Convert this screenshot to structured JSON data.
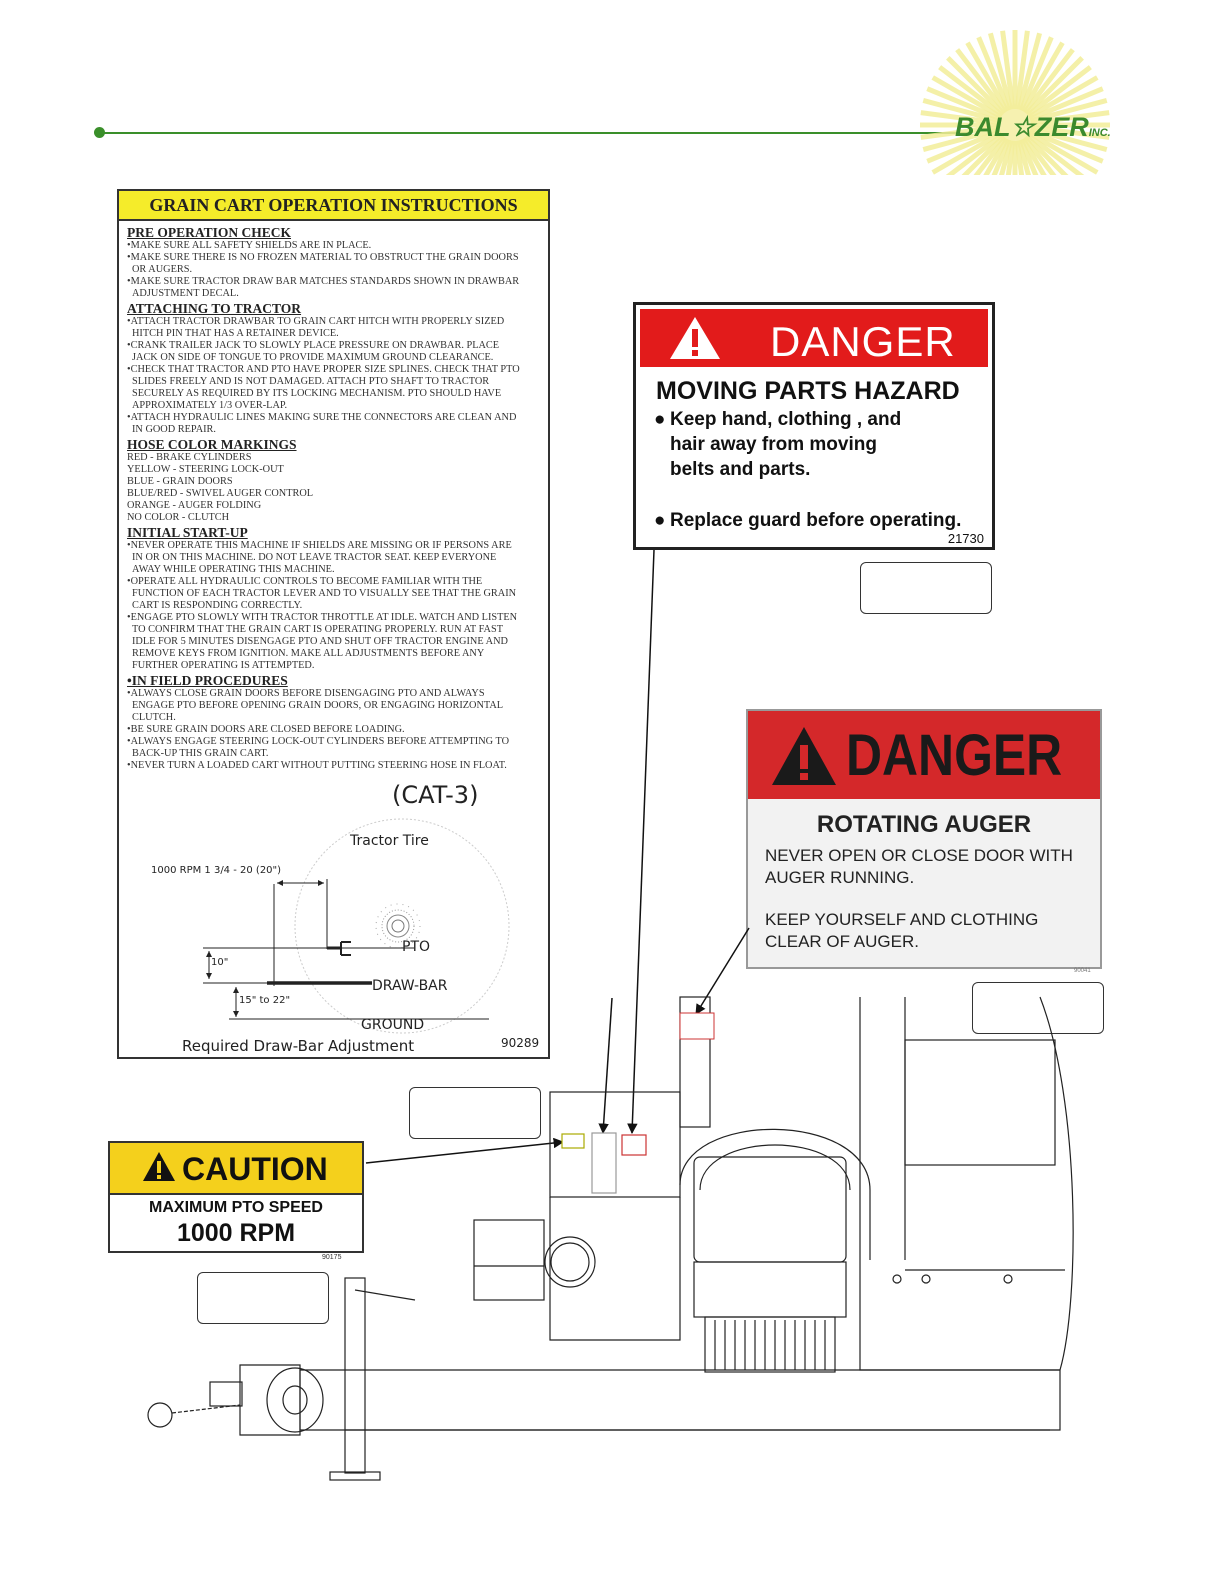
{
  "header": {
    "logo_main": "BAL☆ZER",
    "logo_suffix": "INC."
  },
  "instructions": {
    "title": "GRAIN CART OPERATION INSTRUCTIONS",
    "sections": [
      {
        "heading": "PRE OPERATION CHECK",
        "lines": [
          "•MAKE SURE ALL SAFETY SHIELDS ARE IN PLACE.",
          "•MAKE SURE THERE IS NO FROZEN MATERIAL TO OBSTRUCT THE GRAIN DOORS",
          " OR AUGERS.",
          "•MAKE SURE TRACTOR DRAW BAR MATCHES STANDARDS SHOWN IN DRAWBAR",
          " ADJUSTMENT DECAL."
        ]
      },
      {
        "heading": "ATTACHING TO TRACTOR",
        "lines": [
          "•ATTACH TRACTOR DRAWBAR TO GRAIN CART HITCH WITH PROPERLY SIZED",
          " HITCH PIN THAT HAS A RETAINER DEVICE.",
          "•CRANK TRAILER JACK TO SLOWLY PLACE PRESSURE ON DRAWBAR. PLACE",
          " JACK ON SIDE OF TONGUE TO PROVIDE MAXIMUM GROUND CLEARANCE.",
          "•CHECK THAT TRACTOR AND PTO HAVE PROPER SIZE SPLINES. CHECK THAT PTO",
          " SLIDES FREELY AND IS NOT DAMAGED. ATTACH PTO SHAFT TO TRACTOR",
          " SECURELY AS REQUIRED BY ITS LOCKING MECHANISM. PTO SHOULD HAVE",
          " APPROXIMATELY 1/3 OVER-LAP.",
          "•ATTACH HYDRAULIC LINES MAKING SURE THE CONNECTORS ARE CLEAN AND",
          " IN GOOD REPAIR."
        ]
      },
      {
        "heading": "HOSE COLOR MARKINGS",
        "lines": [
          "RED - BRAKE CYLINDERS",
          "YELLOW - STEERING LOCK-OUT",
          "BLUE - GRAIN DOORS",
          "BLUE/RED - SWIVEL AUGER CONTROL",
          "ORANGE - AUGER FOLDING",
          "NO COLOR - CLUTCH"
        ]
      },
      {
        "heading": "INITIAL START-UP",
        "lines": [
          "•NEVER OPERATE THIS MACHINE IF SHIELDS ARE MISSING OR IF PERSONS ARE",
          " IN OR ON THIS MACHINE. DO NOT LEAVE TRACTOR SEAT. KEEP EVERYONE",
          " AWAY WHILE OPERATING THIS MACHINE.",
          "•OPERATE ALL HYDRAULIC CONTROLS TO BECOME FAMILIAR WITH THE",
          " FUNCTION OF EACH TRACTOR LEVER AND TO VISUALLY SEE THAT THE GRAIN",
          " CART IS RESPONDING CORRECTLY.",
          "•ENGAGE PTO SLOWLY WITH TRACTOR THROTTLE AT IDLE. WATCH AND LISTEN",
          " TO CONFIRM THAT THE GRAIN CART IS OPERATING PROPERLY. RUN AT FAST",
          " IDLE FOR 5 MINUTES DISENGAGE PTO AND SHUT OFF TRACTOR ENGINE AND",
          " REMOVE KEYS FROM IGNITION. MAKE ALL ADJUSTMENTS BEFORE ANY",
          " FURTHER OPERATING IS ATTEMPTED."
        ]
      },
      {
        "heading": "•IN FIELD PROCEDURES",
        "lines": [
          "•ALWAYS CLOSE GRAIN DOORS BEFORE DISENGAGING PTO AND ALWAYS",
          " ENGAGE PTO BEFORE OPENING GRAIN DOORS, OR ENGAGING HORIZONTAL",
          " CLUTCH.",
          "•BE SURE GRAIN DOORS ARE CLOSED BEFORE LOADING.",
          "•ALWAYS ENGAGE STEERING LOCK-OUT CYLINDERS BEFORE ATTEMPTING TO",
          " BACK-UP THIS GRAIN CART.",
          "•NEVER TURN A LOADED CART WITHOUT PUTTING STEERING HOSE IN FLOAT."
        ]
      }
    ],
    "cat_label": "(CAT-3)",
    "diagram": {
      "tractor_tire": "Tractor Tire",
      "rpm_spec": "1000 RPM 1 3/4 - 20 (20\")",
      "pto": "PTO",
      "dim_10": "10\"",
      "drawbar": "DRAW-BAR",
      "dim_15_22": "15\" to 22\"",
      "ground": "GROUND",
      "caption": "Required Draw-Bar Adjustment",
      "part_no": "90289"
    }
  },
  "danger_moving": {
    "signal": "DANGER",
    "heading": "MOVING PARTS HAZARD",
    "bullet1_l1": "Keep hand, clothing , and",
    "bullet1_l2": "hair away from moving",
    "bullet1_l3": "belts and parts.",
    "bullet2": "Replace guard before operating.",
    "part_no": "21730"
  },
  "danger_auger": {
    "signal": "DANGER",
    "heading": "ROTATING AUGER",
    "l1": "NEVER OPEN OR CLOSE DOOR WITH",
    "l2": "AUGER RUNNING.",
    "l3": "KEEP YOURSELF AND CLOTHING",
    "l4": "CLEAR OF AUGER.",
    "part_no": "90041"
  },
  "caution": {
    "signal": "CAUTION",
    "line1": "MAXIMUM PTO SPEED",
    "line2": "1000 RPM",
    "part_no": "90175"
  },
  "colors": {
    "brand_green": "#3a8f2a",
    "danger_red": "#e21b1b",
    "caution_yellow": "#f4d01c",
    "decal_yellow": "#f5ec2a"
  }
}
